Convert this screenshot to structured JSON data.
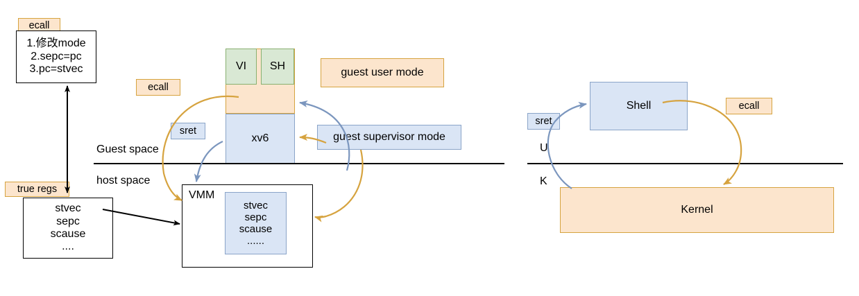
{
  "diagram": {
    "title": "RISC-V virtualization trap flow diagram",
    "colors": {
      "orange_fill": "#fce5cd",
      "orange_stroke": "#d6a33f",
      "blue_fill": "#dae5f5",
      "blue_stroke": "#8aa4c8",
      "green_fill": "#d9e8d4",
      "green_stroke": "#88b070",
      "black": "#000000"
    }
  },
  "left_panel": {
    "ecall_tag": "ecall",
    "ecall_steps": {
      "line1": "1.修改mode",
      "line2": "2.sepc=pc",
      "line3": "3.pc=stvec"
    },
    "true_regs_tag": "true regs",
    "regs_box": {
      "line1": "stvec",
      "line2": "sepc",
      "line3": "scause",
      "line4": "...."
    }
  },
  "guest_panel": {
    "vi_label": "VI",
    "sh_label": "SH",
    "xv6_label": "xv6",
    "ecall_tag": "ecall",
    "sret_tag": "sret",
    "guest_user_mode": "guest user mode",
    "guest_supervisor_mode": "guest supervisor mode",
    "guest_space_label": "Guest space",
    "host_space_label": "host space",
    "vmm_label": "VMM",
    "vmm_regs": {
      "line1": "stvec",
      "line2": "sepc",
      "line3": "scause",
      "line4": "......"
    }
  },
  "right_panel": {
    "sret_tag": "sret",
    "ecall_tag": "ecall",
    "shell_label": "Shell",
    "kernel_label": "Kernel",
    "user_mode_label": "U",
    "kernel_mode_label": "K"
  }
}
